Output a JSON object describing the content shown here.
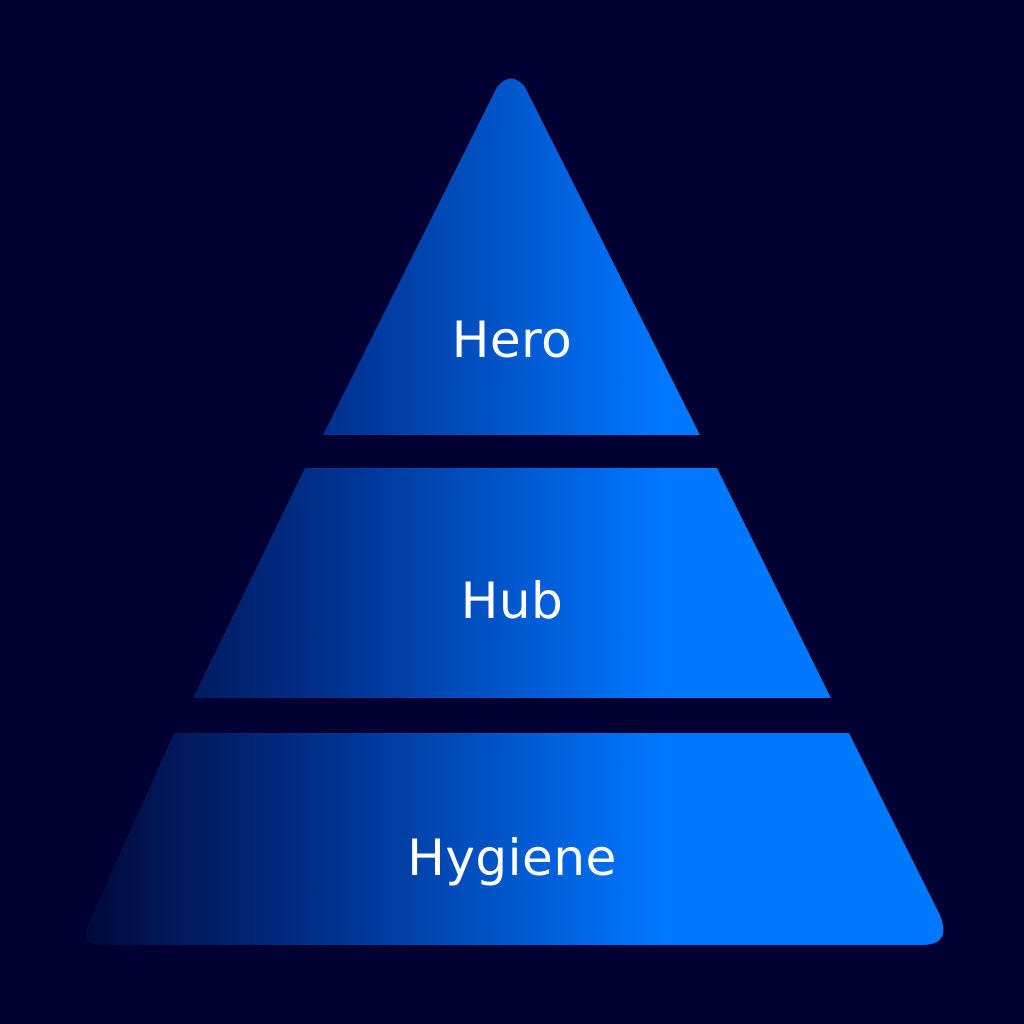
{
  "diagram": {
    "type": "pyramid",
    "tiers": [
      {
        "label": "Hero"
      },
      {
        "label": "Hub"
      },
      {
        "label": "Hygiene"
      }
    ],
    "colors": {
      "background": "#000033",
      "gradient_start": "#000a3c",
      "gradient_end": "#0077ff",
      "text": "#ffffff"
    }
  }
}
